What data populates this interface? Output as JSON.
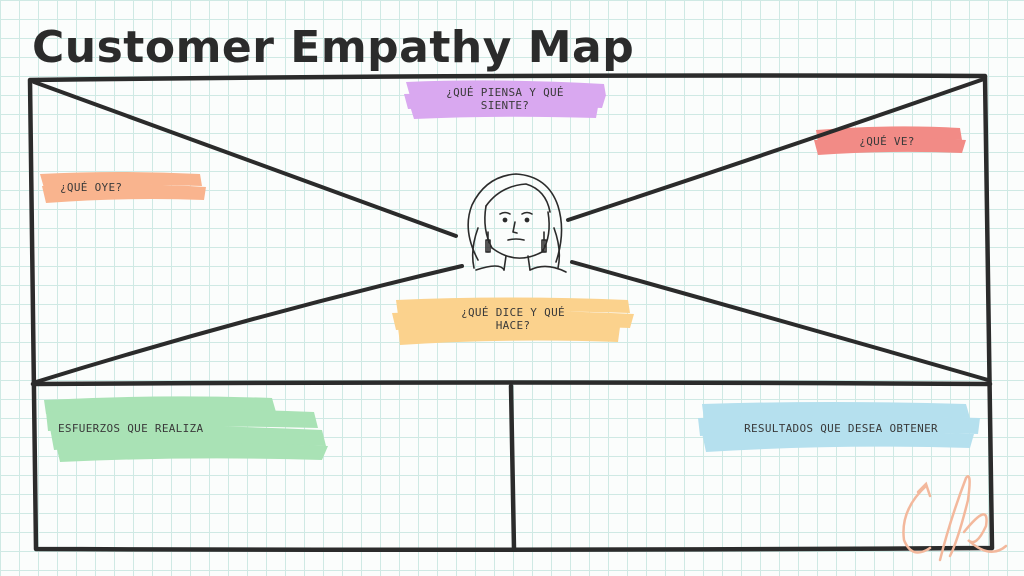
{
  "title": "Customer Empathy Map",
  "quadrants": {
    "think_feel": "¿QUÉ PIENSA Y QUÉ SIENTE?",
    "see": "¿QUÉ VE?",
    "hear": "¿QUÉ OYE?",
    "say_do": "¿QUÉ DICE Y QUÉ HACE?"
  },
  "bottom": {
    "pains": "ESFUERZOS QUE REALIZA",
    "gains": "RESULTADOS QUE DESEA OBTENER"
  },
  "colors": {
    "outline": "#2b2b2b",
    "think_feel": "#d9a8f0",
    "see": "#f28b86",
    "hear": "#f9b48e",
    "say_do": "#fbd28d",
    "pains": "#a9e2b5",
    "gains": "#b5e0ee",
    "signature": "#f3b89c"
  }
}
